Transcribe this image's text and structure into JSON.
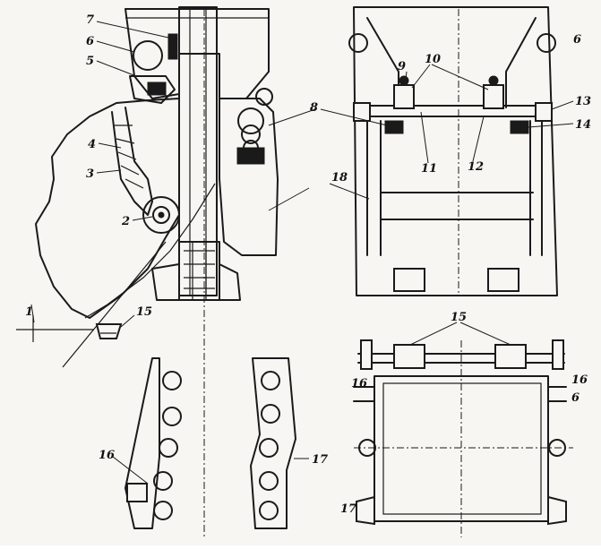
{
  "labels": {
    "l1": "1",
    "l2": "2",
    "l3": "3",
    "l4": "4",
    "l5": "5",
    "l6a": "6",
    "l6b": "6",
    "l6c": "6",
    "l7": "7",
    "l8": "8",
    "l9": "9",
    "l10": "10",
    "l11": "11",
    "l12": "12",
    "l13": "13",
    "l14": "14",
    "l15a": "15",
    "l15b": "15",
    "l16a": "16",
    "l16b": "16",
    "l16c": "16",
    "l17a": "17",
    "l17b": "17",
    "l18": "18"
  }
}
